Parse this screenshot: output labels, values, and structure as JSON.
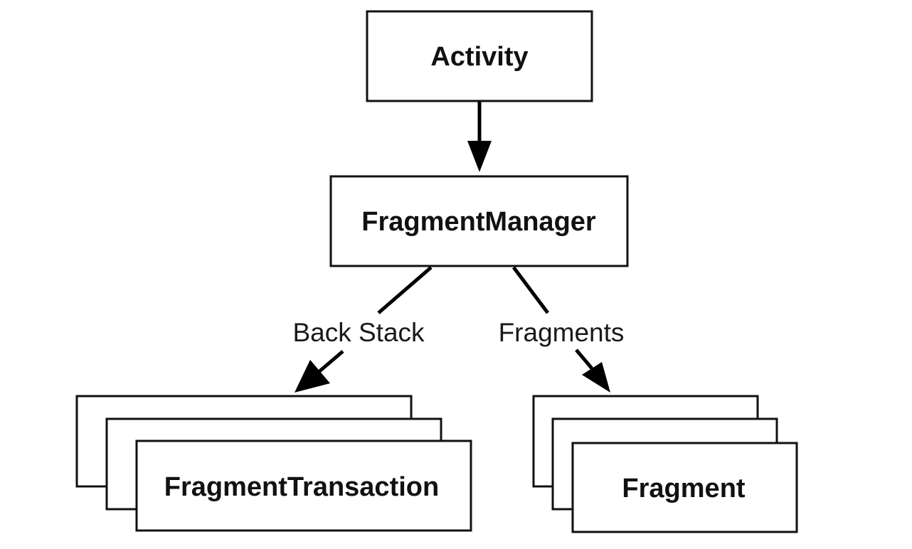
{
  "nodes": {
    "activity": "Activity",
    "fragment_manager": "FragmentManager",
    "fragment_transaction": "FragmentTransaction",
    "fragment": "Fragment"
  },
  "edges": {
    "back_stack": "Back Stack",
    "fragments": "Fragments"
  }
}
